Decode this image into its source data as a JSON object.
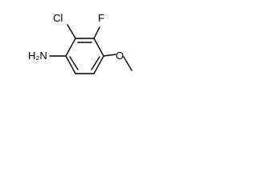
{
  "molecule": {
    "atom_labels": {
      "chlorine": "Cl",
      "fluorine": "F",
      "amine": "H₂N",
      "oxygen": "O"
    }
  }
}
